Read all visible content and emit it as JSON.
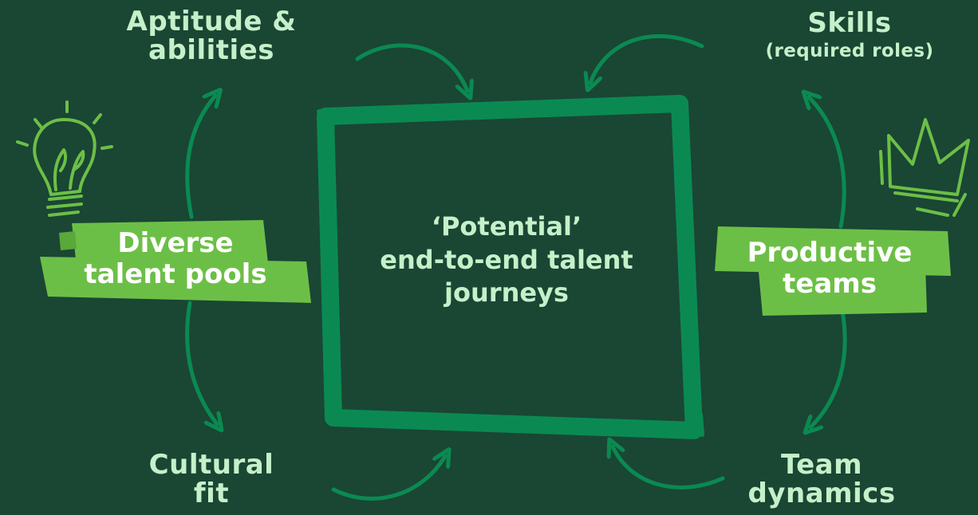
{
  "nodes": {
    "aptitude": {
      "line1": "Aptitude &",
      "line2": "abilities"
    },
    "skills": {
      "line1": "Skills",
      "line2": "(required roles)"
    },
    "cultural_fit": {
      "line1": "Cultural",
      "line2": "fit"
    },
    "team_dynamics": {
      "line1": "Team",
      "line2": "dynamics"
    }
  },
  "center": {
    "line1": "‘Potential’",
    "line2": "end-to-end talent",
    "line3": "journeys"
  },
  "left_tag": {
    "line1": "Diverse",
    "line2": "talent pools"
  },
  "right_tag": {
    "line1": "Productive",
    "line2": "teams"
  },
  "icons": {
    "left": "lightbulb-icon",
    "right": "crown-icon"
  },
  "colors": {
    "background": "#1a4634",
    "frame": "#0a8a52",
    "accent_green": "#6cbf46",
    "label_text": "#c5f0c9",
    "tag_text": "#ffffff"
  }
}
